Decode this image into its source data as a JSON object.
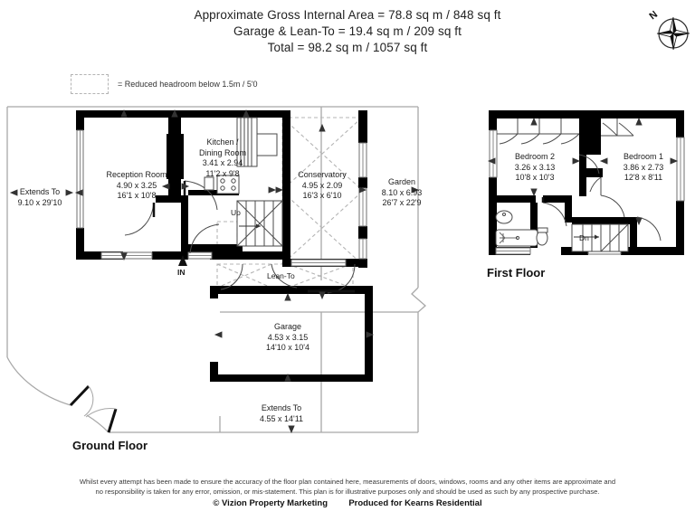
{
  "header": {
    "line1": "Approximate Gross Internal Area = 78.8 sq m / 848 sq ft",
    "line2": "Garage & Lean-To = 19.4 sq m / 209 sq ft",
    "line3": "Total = 98.2 sq m / 1057 sq ft"
  },
  "compass": {
    "north_label": "N",
    "icon": "compass-rose-icon"
  },
  "legend": {
    "text": "= Reduced headroom below 1.5m / 5'0"
  },
  "ground_floor": {
    "title": "Ground Floor",
    "rooms": [
      {
        "name": "Reception Room",
        "metric": "4.90 x 3.25",
        "imperial": "16'1 x 10'8"
      },
      {
        "name": "Kitchen /\nDining Room",
        "name_line1": "Kitchen /",
        "name_line2": "Dining Room",
        "metric": "3.41 x 2.94",
        "imperial": "11'2 x 9'8"
      },
      {
        "name": "Conservatory",
        "metric": "4.95 x 2.09",
        "imperial": "16'3 x 6'10"
      },
      {
        "name": "Garden",
        "metric": "8.10 x 6.93",
        "imperial": "26'7 x 22'9"
      },
      {
        "name": "Garage",
        "metric": "4.53 x 3.15",
        "imperial": "14'10 x 10'4"
      }
    ],
    "extends_left": {
      "name": "Extends To",
      "dims": "9.10 x 29'10"
    },
    "extends_bottom": {
      "name": "Extends To",
      "dims": "4.55 x 14'11"
    },
    "lean_to_label": "Lean-To",
    "stair_label": "Up",
    "entrance_label": "IN"
  },
  "first_floor": {
    "title": "First Floor",
    "rooms": [
      {
        "name": "Bedroom 2",
        "metric": "3.26 x 3.13",
        "imperial": "10'8 x 10'3"
      },
      {
        "name": "Bedroom 1",
        "metric": "3.86 x 2.73",
        "imperial": "12'8 x 8'11"
      }
    ],
    "stair_label": "Dn"
  },
  "footer": {
    "disclaimer_line1": "Whilst every attempt has been made to ensure the accuracy of the floor plan contained here, measurements of doors, windows, rooms and any other items are approximate and",
    "disclaimer_line2": "no responsibility is taken for any error, omission, or mis-statement. This plan is for illustrative purposes only and should be used as such by any prospective purchase.",
    "copyright": "© Vizion Property Marketing",
    "produced_for": "Produced for Kearns Residential"
  },
  "colors": {
    "wall": "#000000",
    "boundary": "#a8a8a8",
    "dashed": "#b4b4b4",
    "text": "#1d1d1d"
  }
}
